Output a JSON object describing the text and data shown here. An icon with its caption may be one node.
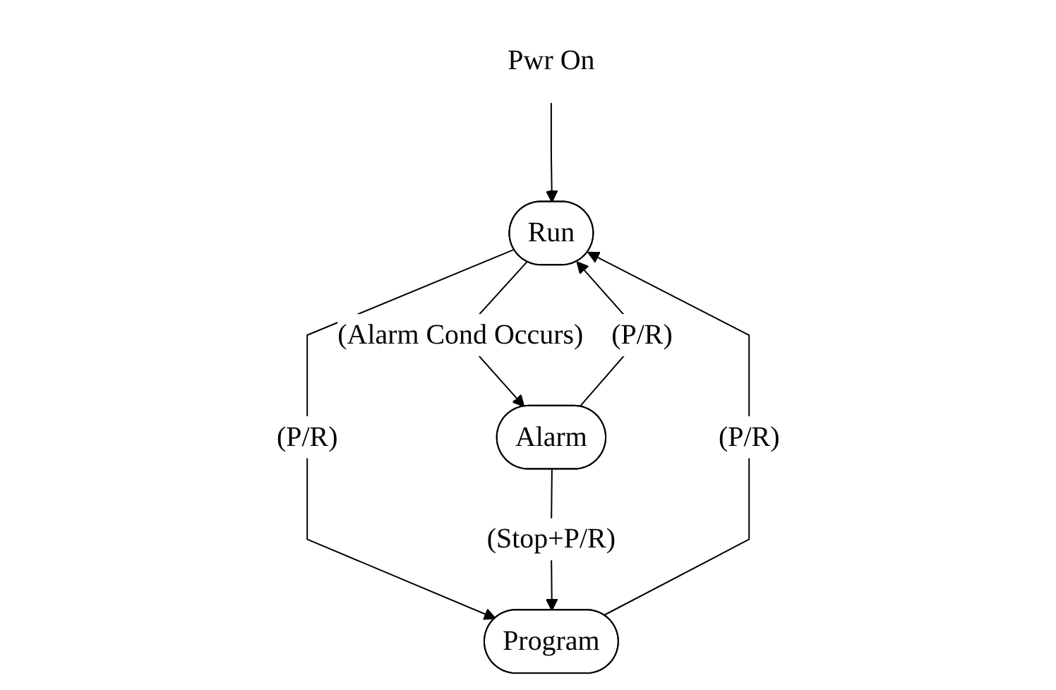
{
  "diagram": {
    "nodes": [
      {
        "text": [
          "Pwr On"
        ]
      },
      {
        "text": [
          "Run"
        ]
      },
      {
        "text": [
          "Program"
        ]
      },
      {
        "text": [
          "Alarm"
        ]
      }
    ],
    "edges": [
      {
        "from": 0,
        "to": 1,
        "arrow": "to"
      },
      {
        "from": 1,
        "to": 2,
        "arrow": "to",
        "label": "(P/R)"
      },
      {
        "from": 2,
        "to": 1,
        "arrow": "to",
        "label": "(P/R)"
      },
      {
        "from": 1,
        "to": 3,
        "arrow": "to",
        "label": "(Alarm Cond Occurs)"
      },
      {
        "from": 3,
        "to": 1,
        "arrow": "to",
        "label": "(P/R)"
      },
      {
        "from": 3,
        "to": 2,
        "arrow": "to",
        "label": "(Stop+P/R)"
      }
    ]
  }
}
